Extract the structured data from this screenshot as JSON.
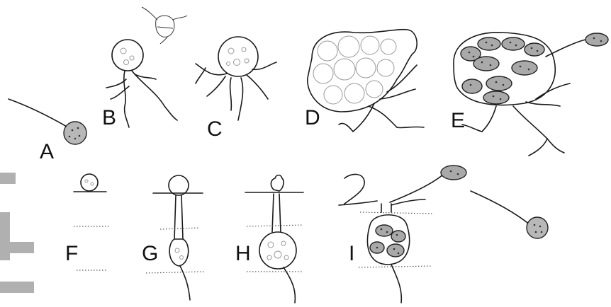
{
  "figure": {
    "panels": [
      {
        "id": "A",
        "label": "A"
      },
      {
        "id": "B",
        "label": "B"
      },
      {
        "id": "C",
        "label": "C"
      },
      {
        "id": "D",
        "label": "D"
      },
      {
        "id": "E",
        "label": "E"
      },
      {
        "id": "F",
        "label": "F"
      },
      {
        "id": "G",
        "label": "G"
      },
      {
        "id": "H",
        "label": "H"
      },
      {
        "id": "I",
        "label": "I"
      }
    ]
  }
}
